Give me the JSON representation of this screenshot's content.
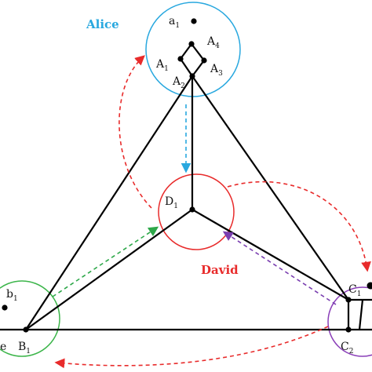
{
  "colors": {
    "alice": "#29a8df",
    "david": "#e82b2b",
    "bob": "#3cb54a",
    "carol": "#8a3fb8",
    "edge": "#000000",
    "red_arrow": "#e82b2b",
    "blue_arrow": "#29a8df",
    "green_arrow": "#2ea84a",
    "purple_arrow": "#7a3fb0"
  },
  "group_labels": {
    "alice": "Alice",
    "david": "David"
  },
  "nodes": {
    "a1": {
      "base": "a",
      "sub": "1"
    },
    "A4": {
      "base": "A",
      "sub": "4"
    },
    "A1": {
      "base": "A",
      "sub": "1"
    },
    "A3": {
      "base": "A",
      "sub": "3"
    },
    "A2": {
      "base": "A",
      "sub": "2"
    },
    "D1": {
      "base": "D",
      "sub": "1"
    },
    "b1": {
      "base": "b",
      "sub": "1"
    },
    "B1": {
      "base": "B",
      "sub": "1"
    },
    "e_partial": {
      "base": "e",
      "sub": ""
    },
    "C1": {
      "base": "C",
      "sub": "1"
    },
    "C2": {
      "base": "C",
      "sub": "2"
    }
  }
}
